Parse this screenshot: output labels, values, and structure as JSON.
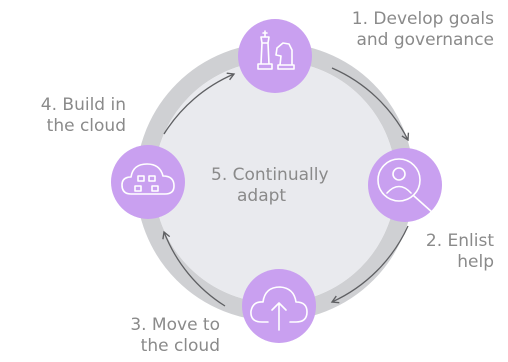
{
  "colors": {
    "ring": "#cfd0d3",
    "inner": "#e9eaee",
    "node": "#c9a0f0",
    "icon": "#ffffff",
    "arrow": "#5f6063",
    "label": "#8a8a8a"
  },
  "steps": [
    {
      "line1": "1. Develop goals",
      "line2": "and governance",
      "icon": "chess-pieces-icon"
    },
    {
      "line1": "2. Enlist",
      "line2": "help",
      "icon": "person-search-icon"
    },
    {
      "line1": "3. Move to",
      "line2": "the cloud",
      "icon": "cloud-upload-icon"
    },
    {
      "line1": "4. Build in",
      "line2": "the cloud",
      "icon": "cloud-building-icon"
    }
  ],
  "center": {
    "line1": "5. Continually",
    "line2": "adapt"
  }
}
